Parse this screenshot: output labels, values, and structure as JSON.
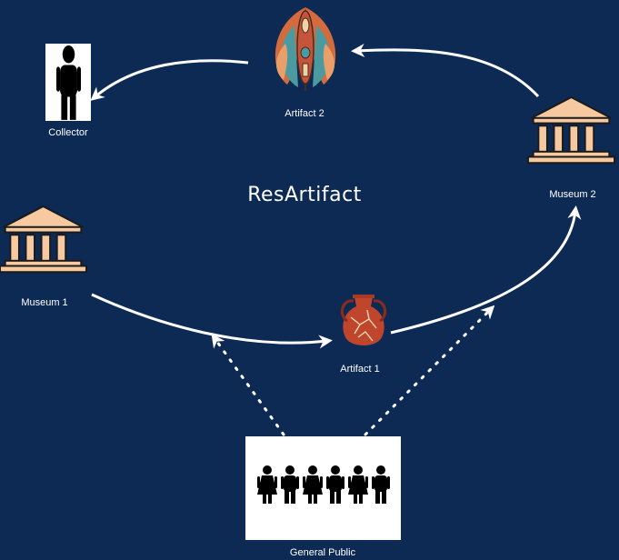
{
  "diagram": {
    "title": "ResArtifact",
    "nodes": {
      "collector": {
        "label": "Collector",
        "icon": "person-icon"
      },
      "artifact2": {
        "label": "Artifact 2",
        "icon": "feather-artifact-icon"
      },
      "museum2": {
        "label": "Museum 2",
        "icon": "museum-icon"
      },
      "museum1": {
        "label": "Museum 1",
        "icon": "museum-icon"
      },
      "artifact1": {
        "label": "Artifact 1",
        "icon": "vase-icon"
      },
      "public": {
        "label": "General Public",
        "icon": "people-group-icon"
      }
    },
    "colors": {
      "background": "#0d2a54",
      "museum": "#f6c9a0",
      "vase": "#c0452d",
      "arrow": "#ffffff"
    }
  }
}
